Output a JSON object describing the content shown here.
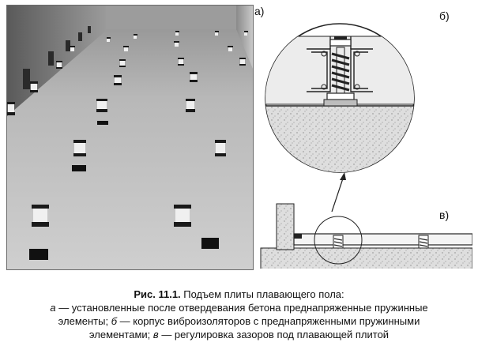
{
  "figure": {
    "panel_labels": {
      "a": "а)",
      "b": "б)",
      "c": "в)"
    },
    "caption": {
      "number": "Рис. 11.1.",
      "title": " Подъем плиты плавающего пола:",
      "line1_letter": "а",
      "line1_text": " — установленные после отвердевания бетона преднапряженные пружинные",
      "line2_start": "элементы; ",
      "line2_letter": "б",
      "line2_text": " — корпус виброизоляторов с преднапряженными пружинными",
      "line3_start": "элементами; ",
      "line3_letter": "в",
      "line3_text": " — регулировка зазоров под плавающей плитой"
    }
  }
}
